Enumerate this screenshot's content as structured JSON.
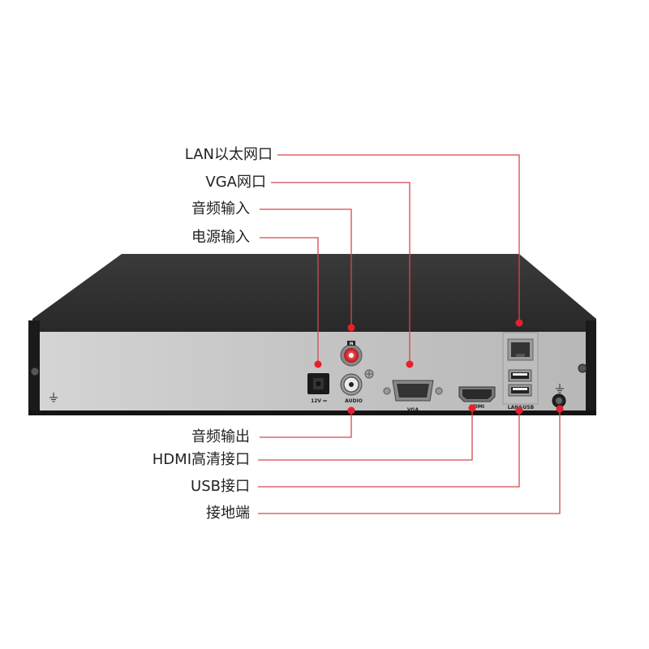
{
  "colors": {
    "accent": "#e8202a",
    "chassis_top": "#1d1d1d",
    "panel": "#c9c9c9",
    "line": "#d8484c"
  },
  "labels": {
    "lan": "LAN以太网口",
    "vga": "VGA网口",
    "audio_in": "音频输入",
    "power_in": "电源输入",
    "audio_out": "音频输出",
    "hdmi": "HDMI高清接口",
    "usb": "USB接口",
    "ground": "接地端"
  },
  "port_text": {
    "power": "12V ⎓",
    "audio_in": "IN",
    "audio": "AUDIO",
    "vga": "VGA",
    "hdmi": "HDMI",
    "lan_usb": "LAN&USB"
  },
  "icons": {
    "ground_symbol": "ground-symbol-icon"
  }
}
